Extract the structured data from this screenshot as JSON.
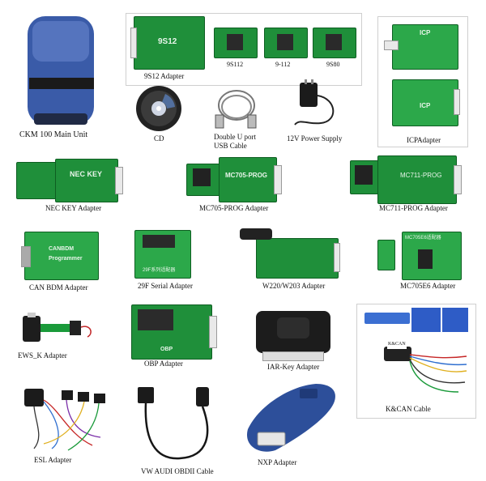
{
  "labels": {
    "main_unit": "CKM 100 Main Unit",
    "s12_adapter": "9S12 Adapter",
    "s112": "9S112",
    "s9_112": "9-112",
    "s9s80": "9S80",
    "cd": "CD",
    "usb_cable_line1": "Double U port",
    "usb_cable_line2": "USB Cable",
    "power_supply": "12V Power Supply",
    "icp_adapter": "ICPAdapter",
    "nec_key": "NEC KEY Adapter",
    "mc705_prog": "MC705-PROG Adapter",
    "mc711_prog": "MC711-PROG Adapter",
    "can_bdm": "CAN BDM Adapter",
    "f29_serial": "29F Serial Adapter",
    "w220": "W220/W203 Adapter",
    "mc705e6": "MC705E6 Adapter",
    "ews_k": "EWS_K Adapter",
    "obp": "OBP Adapter",
    "iar_key": "IAR-Key Adapter",
    "kcan": "K&CAN Cable",
    "esl": "ESL Adapter",
    "vw_audi": "VW AUDI OBDII Cable",
    "nxp": "NXP Adapter"
  },
  "board_text": {
    "s12": "9S12",
    "icp_top": "ICP",
    "icp_bottom": "ICP",
    "nec_key": "NEC KEY",
    "mc705": "MC705-PROG",
    "mc711": "MC711-PROG",
    "canbdm_line1": "CANBDM",
    "canbdm_line2": "Programmer",
    "mc705e6": "MC705E6适配器",
    "obp": "OBP",
    "f29": "29F系列适配器",
    "kcan_tag": "K&CAN"
  },
  "colors": {
    "pcb_green": "#1f8f3a",
    "device_blue": "#2d4f9a",
    "frame_gray": "#cfcfcf"
  }
}
